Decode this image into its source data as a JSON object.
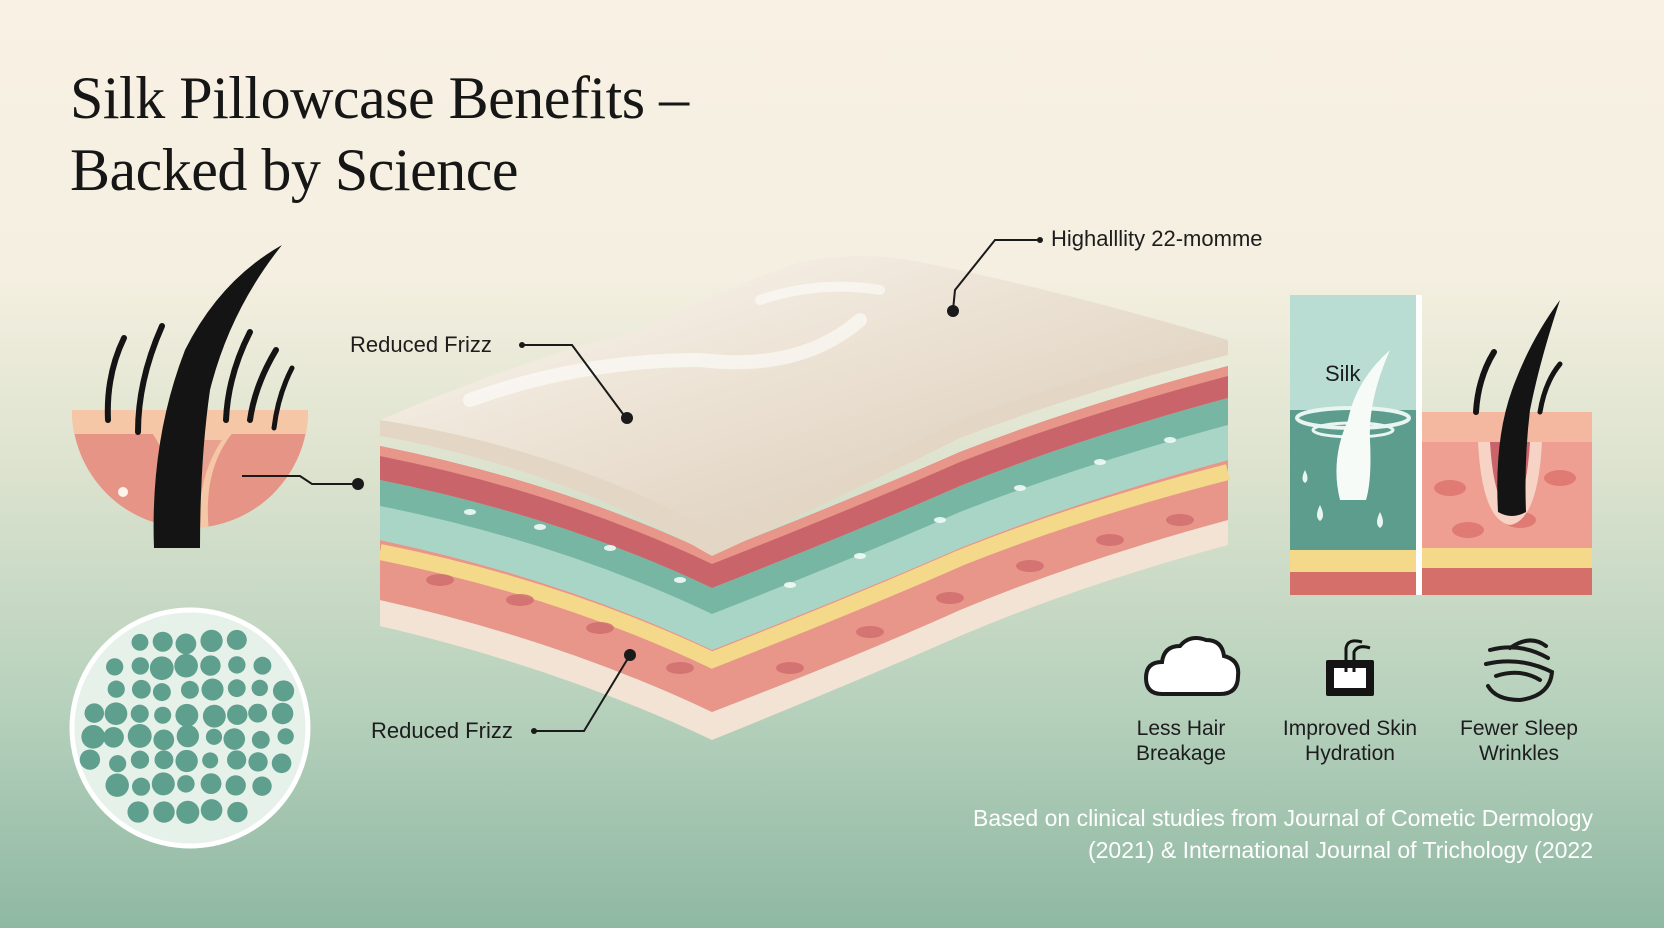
{
  "title": {
    "line1": "Silk Pillowcase Benefits –",
    "line2": "Backed by Science"
  },
  "callouts": {
    "top_right": "Highalllity 22-momme",
    "middle": "Reduced Frizz",
    "bottom": "Reduced Frizz"
  },
  "comparison": {
    "silk_label": "Silk"
  },
  "benefits": [
    {
      "line1": "Less Hair",
      "line2": "Breakage",
      "icon": "cloud-icon"
    },
    {
      "line1": "Improved Skin",
      "line2": "Hydration",
      "icon": "hydration-icon"
    },
    {
      "line1": "Fewer Sleep",
      "line2": "Wrinkles",
      "icon": "wrinkle-swirl-icon"
    }
  ],
  "source": {
    "line1": "Based on clinical studies from Journal of Cometic Dermology",
    "line2": "(2021) & International Journal of Trichology (2022"
  },
  "colors": {
    "skin_pink": "#e59486",
    "skin_peach": "#f6c7a6",
    "teal": "#7fbfad",
    "silk_cream": "#f2ece2",
    "hair": "#141414",
    "yellow": "#f4d98a"
  }
}
